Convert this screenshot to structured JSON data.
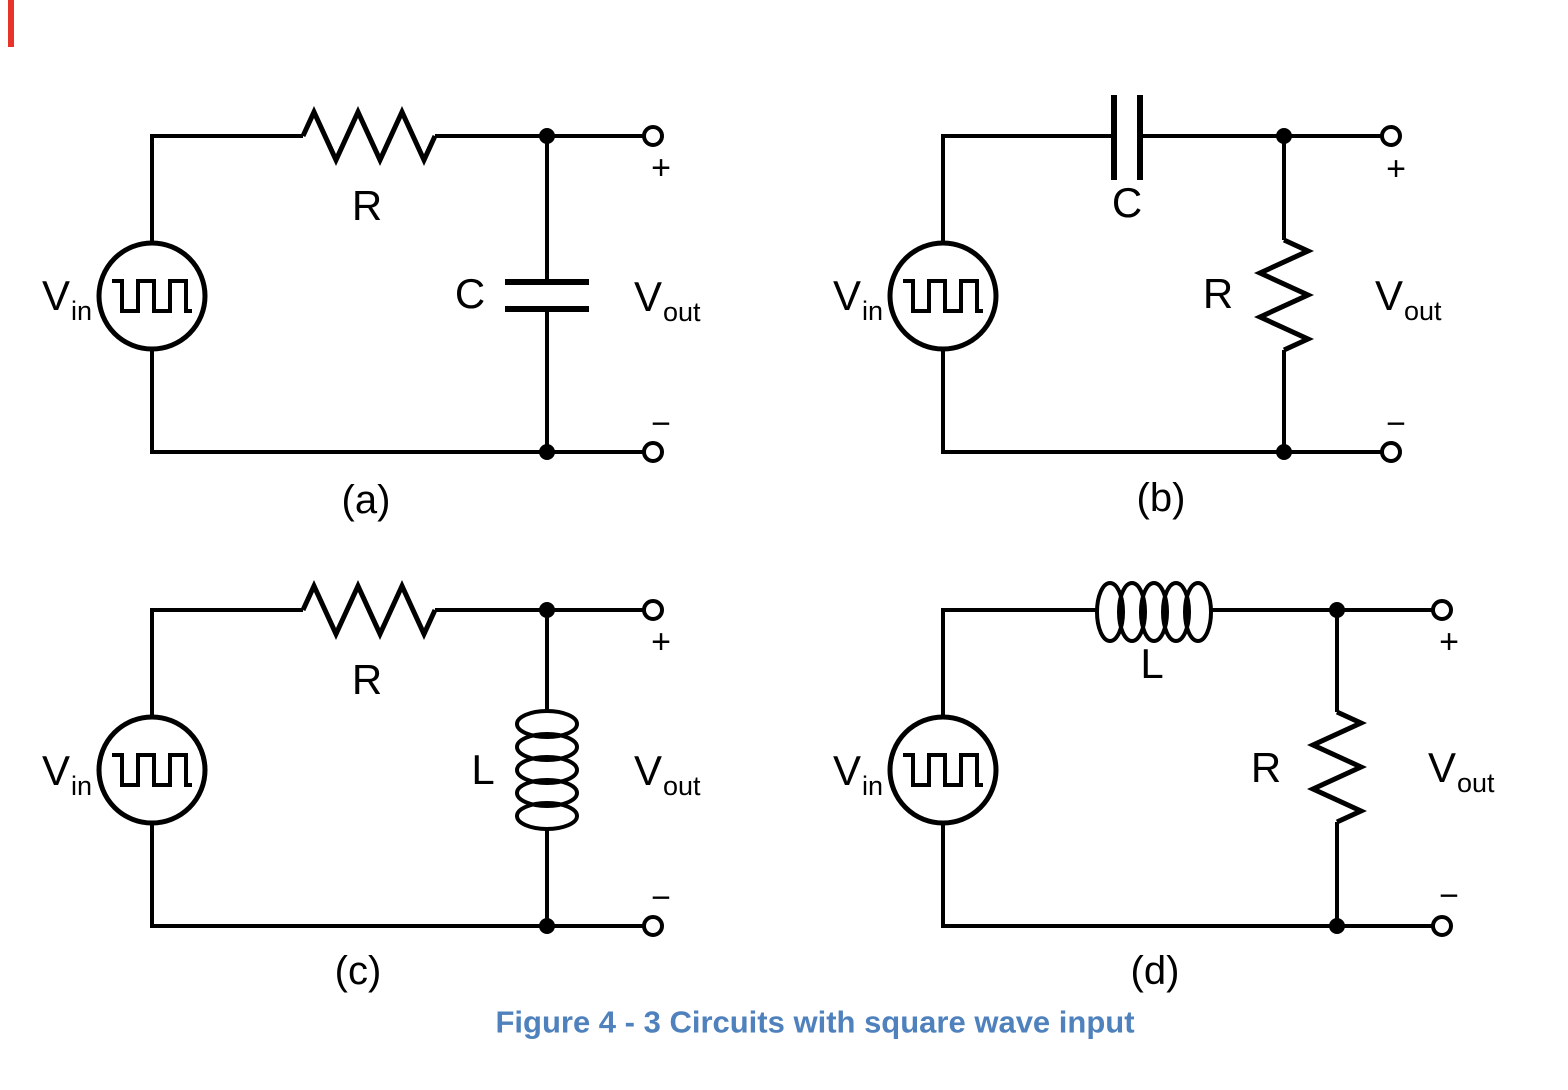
{
  "figure": {
    "caption": "Figure 4 - 3 Circuits with square wave input",
    "caption_color": "#4F81BD",
    "line_color": "#000000",
    "background_color": "#FFFFFF",
    "margin_marker_color": "#E8332A"
  },
  "labels": {
    "plus": "+",
    "minus": "−"
  },
  "source": {
    "type": "square-wave-voltage-source",
    "label_main": "V",
    "label_sub": "in"
  },
  "output": {
    "label_main": "V",
    "label_sub": "out"
  },
  "panels": [
    {
      "id": "a",
      "caption": "(a)",
      "series_component": {
        "type": "resistor",
        "label": "R"
      },
      "shunt_component": {
        "type": "capacitor",
        "label": "C"
      }
    },
    {
      "id": "b",
      "caption": "(b)",
      "series_component": {
        "type": "capacitor",
        "label": "C"
      },
      "shunt_component": {
        "type": "resistor",
        "label": "R"
      }
    },
    {
      "id": "c",
      "caption": "(c)",
      "series_component": {
        "type": "resistor",
        "label": "R"
      },
      "shunt_component": {
        "type": "inductor",
        "label": "L"
      }
    },
    {
      "id": "d",
      "caption": "(d)",
      "series_component": {
        "type": "inductor",
        "label": "L"
      },
      "shunt_component": {
        "type": "resistor",
        "label": "R"
      }
    }
  ]
}
